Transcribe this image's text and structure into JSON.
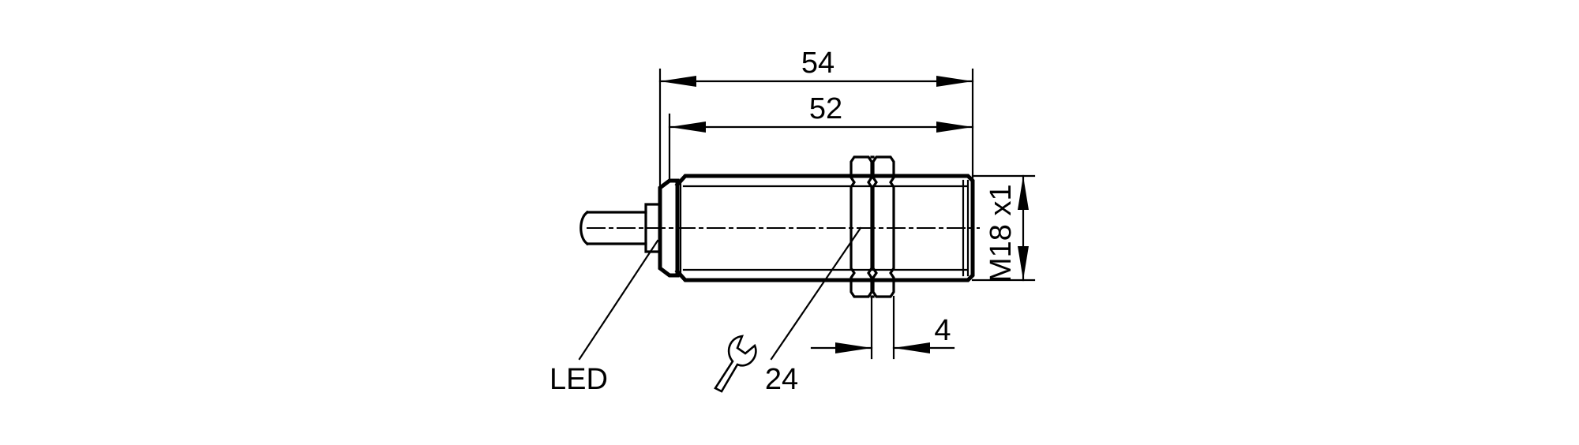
{
  "dimensions": {
    "overall_length": "54",
    "thread_length": "52",
    "thread_size": "M18 x1",
    "nut_thickness": "4",
    "wrench_size": "24"
  },
  "labels": {
    "led": "LED"
  },
  "icons": {
    "wrench": "wrench-icon"
  }
}
